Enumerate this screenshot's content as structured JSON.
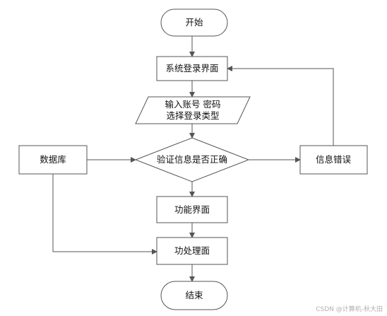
{
  "nodes": {
    "start": "开始",
    "login_ui": "系统登录界面",
    "input_line1": "输入账号 密码",
    "input_line2": "选择登录类型",
    "verify": "验证信息是否正确",
    "database": "数据库",
    "info_error": "信息错误",
    "function_ui": "功能界面",
    "process": "功处理面",
    "end": "结束"
  },
  "watermark": "CSDN @计算机-秋大田",
  "colors": {
    "stroke": "#555555",
    "fill": "#ffffff",
    "text": "#111111"
  }
}
